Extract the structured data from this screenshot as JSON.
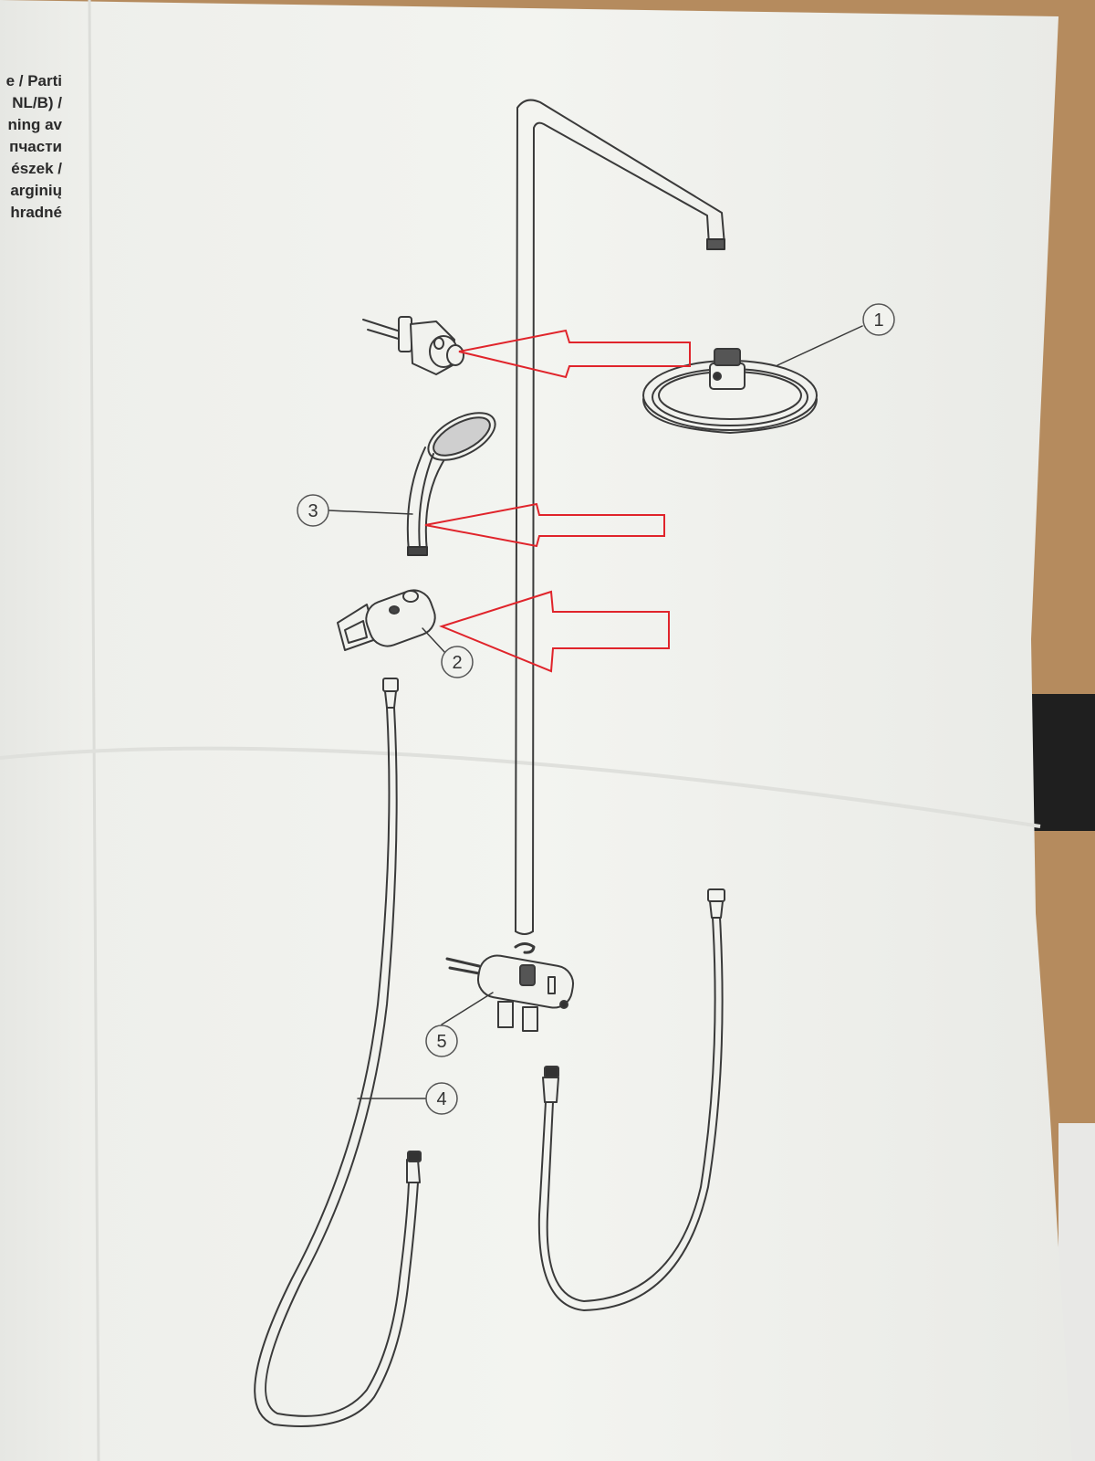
{
  "colors": {
    "paper": "#f1f2ee",
    "cardboard": "#b58b5e",
    "line_art": "#3a3a3a",
    "highlight_arrow": "#e0242b"
  },
  "side_text_snippets": [
    "e / Parti",
    "NL/B) /",
    "ning av",
    "пчасти",
    "észek /",
    "arginių",
    "hradné"
  ],
  "callouts": [
    {
      "number": "1",
      "part": "overhead-rain-shower-head"
    },
    {
      "number": "2",
      "part": "slide-holder"
    },
    {
      "number": "3",
      "part": "hand-shower"
    },
    {
      "number": "4",
      "part": "shower-hose"
    },
    {
      "number": "5",
      "part": "thermostatic-mixer"
    }
  ],
  "annotations": {
    "arrow_count": 3,
    "icons": [
      "red-arrow-icon"
    ]
  }
}
